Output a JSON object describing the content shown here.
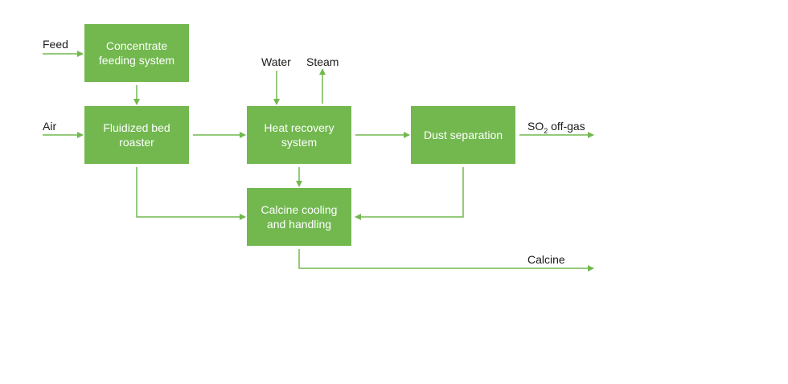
{
  "colors": {
    "box": "#72b84f",
    "line": "#72b84f",
    "label": "#1a1a1a"
  },
  "boxes": {
    "feeding": "Concentrate feeding system",
    "roaster": "Fluidized bed roaster",
    "heat": "Heat recovery system",
    "dust": "Dust separation",
    "calcine_cooling": "Calcine cooling and handling"
  },
  "labels": {
    "feed": "Feed",
    "air": "Air",
    "water": "Water",
    "steam": "Steam",
    "so2_main": "SO",
    "so2_sub": "2",
    "so2_rest": " off-gas",
    "calcine": "Calcine"
  },
  "flows": [
    {
      "from": "Feed",
      "to": "Concentrate feeding system"
    },
    {
      "from": "Concentrate feeding system",
      "to": "Fluidized bed roaster"
    },
    {
      "from": "Air",
      "to": "Fluidized bed roaster"
    },
    {
      "from": "Fluidized bed roaster",
      "to": "Heat recovery system"
    },
    {
      "from": "Water",
      "to": "Heat recovery system"
    },
    {
      "from": "Heat recovery system",
      "to": "Steam"
    },
    {
      "from": "Heat recovery system",
      "to": "Dust separation"
    },
    {
      "from": "Dust separation",
      "to": "SO2 off-gas"
    },
    {
      "from": "Heat recovery system",
      "to": "Calcine cooling and handling"
    },
    {
      "from": "Fluidized bed roaster",
      "to": "Calcine cooling and handling"
    },
    {
      "from": "Dust separation",
      "to": "Calcine cooling and handling"
    },
    {
      "from": "Calcine cooling and handling",
      "to": "Calcine"
    }
  ]
}
